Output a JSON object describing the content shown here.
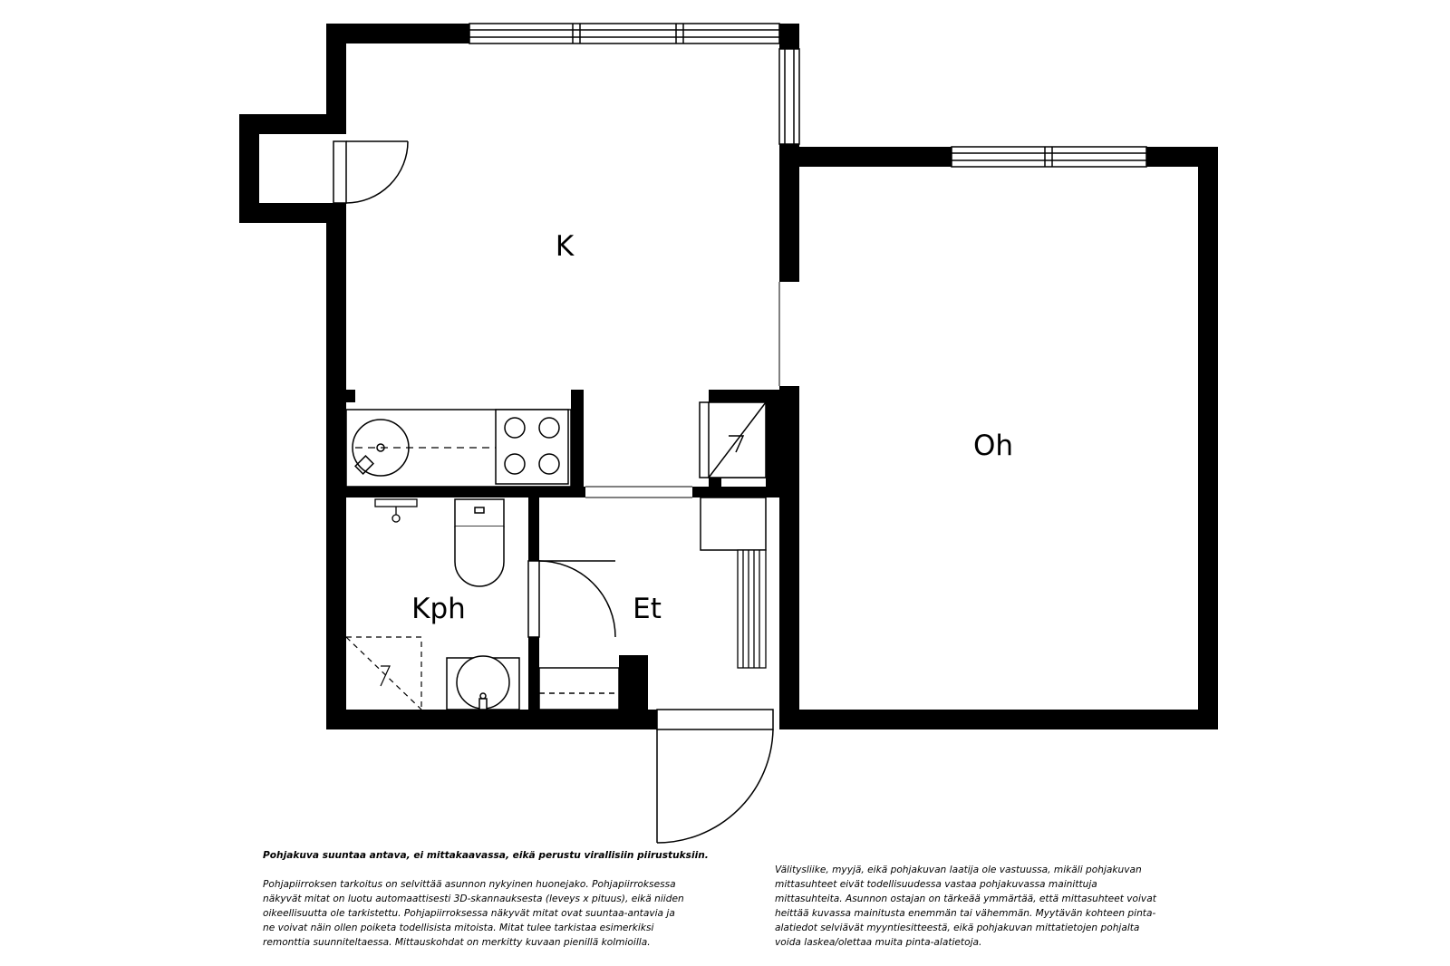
{
  "rooms": {
    "kitchen": "K",
    "living_room": "Oh",
    "bathroom": "Kph",
    "entrance": "Et"
  },
  "notes": {
    "heading": "Pohjakuva suuntaa antava, ei mittakaavassa, eikä perustu virallisiin piirustuksiin.",
    "left_paragraph": "Pohjapiirroksen tarkoitus on selvittää asunnon nykyinen huonejako. Pohjapiirroksessa näkyvät mitat on luotu automaattisesti 3D-skannauksesta (leveys x pituus), eikä niiden oikeellisuutta ole tarkistettu. Pohjapiirroksessa näkyvät mitat ovat suuntaa-antavia ja ne voivat näin ollen poiketa todellisista mitoista. Mitat tulee tarkistaa esimerkiksi remonttia suunniteltaessa. Mittauskohdat on merkitty kuvaan pienillä kolmioilla.",
    "right_paragraph": "Välitysliike, myyjä, eikä pohjakuvan laatija ole vastuussa, mikäli pohjakuvan mittasuhteet eivät todellisuudessa vastaa pohjakuvassa mainittuja mittasuhteita. Asunnon ostajan on tärkeää ymmärtää, että mittasuhteet voivat heittää kuvassa mainitusta enemmän tai vähemmän. Myytävän kohteen pinta-alatiedot selviävät myyntiesitteestä, eikä pohjakuvan mittatietojen pohjalta voida laskea/olettaa muita pinta-alatietoja."
  }
}
